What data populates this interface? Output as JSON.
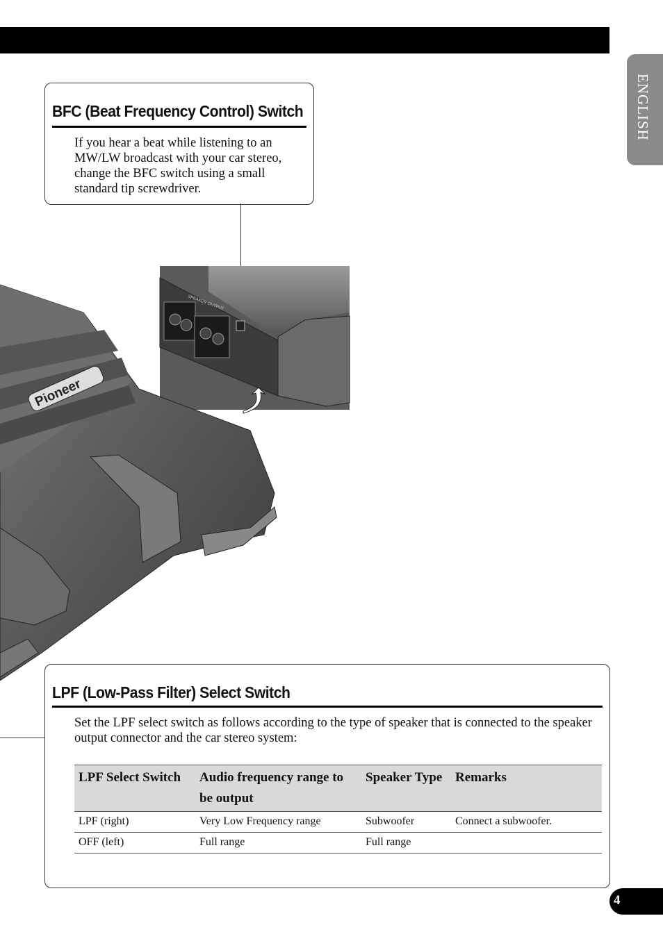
{
  "side_tab": {
    "language": "ENGLISH"
  },
  "bfc": {
    "title": "BFC (Beat Frequency Control) Switch",
    "body": "If you hear a beat while listening to an MW/LW broadcast with your car stereo, change the BFC switch using a small standard tip screwdriver."
  },
  "illustration": {
    "brand": "Pioneer",
    "panel_label": "SPEAKER OUTPUT"
  },
  "lpf": {
    "title": "LPF (Low-Pass Filter) Select Switch",
    "body": "Set the LPF select switch as follows according to the type of speaker that is connected to the speaker output connector and the car stereo system:",
    "headers": [
      "LPF Select Switch",
      "Audio frequency range to be output",
      "Speaker Type",
      "Remarks"
    ],
    "rows": [
      [
        "LPF (right)",
        "Very Low Frequency range",
        "Subwoofer",
        "Connect a subwoofer."
      ],
      [
        "OFF (left)",
        "Full range",
        "Full range",
        ""
      ]
    ]
  },
  "page_number": "4"
}
